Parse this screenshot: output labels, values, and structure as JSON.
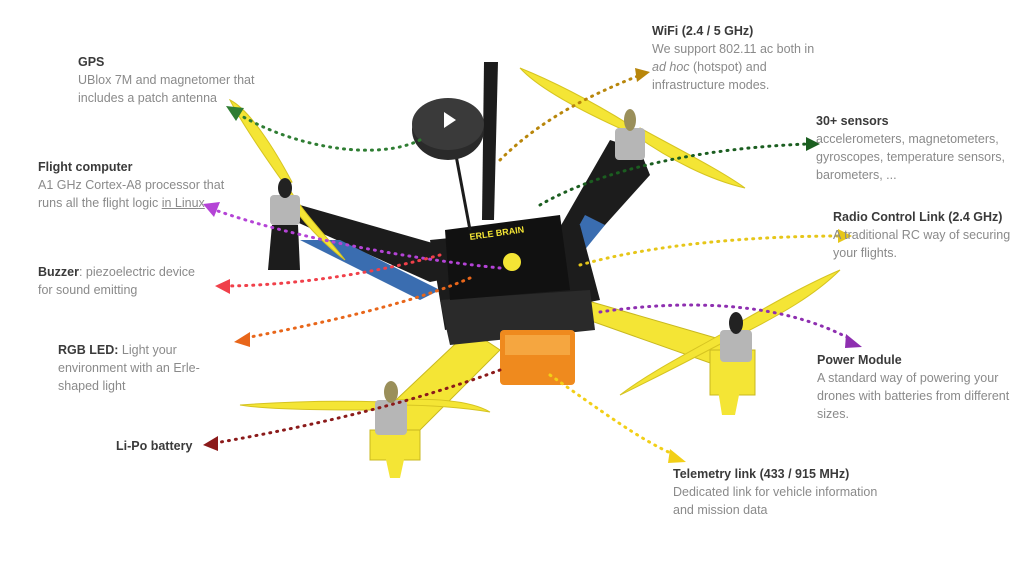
{
  "callouts": {
    "gps": {
      "title": "GPS",
      "desc": "UBlox 7M and magnetomer that includes a patch antenna",
      "color": "#2e7d32"
    },
    "flight": {
      "title": "Flight computer",
      "desc_a": "A1 GHz Cortex-A8 processor that runs all the flight logic ",
      "desc_b": "in Linux",
      "color": "#b443d6"
    },
    "buzzer": {
      "title": "Buzzer",
      "desc": ": piezoelectric device for sound emitting",
      "color": "#f0404a"
    },
    "rgb": {
      "title": "RGB LED:",
      "desc": " Light your environment with an Erle-shaped light",
      "color": "#e8661a"
    },
    "lipo": {
      "title": "Li-Po battery",
      "color": "#8b1a1a"
    },
    "wifi": {
      "title": "WiFi (2.4 / 5 GHz)",
      "desc_a": "We support 802.11 ac both in ",
      "desc_b": "ad hoc",
      "desc_c": " (hotspot) and infrastructure modes.",
      "color": "#b8860b"
    },
    "sensors": {
      "title": "30+ sensors",
      "desc": "accelerometers, magnetometers, gyroscopes, temperature sensors, barometers, ...",
      "color": "#1b5e20"
    },
    "radio": {
      "title": "Radio Control Link (2.4 GHz)",
      "desc": "A traditional RC way of securing your flights.",
      "color": "#e6c619"
    },
    "power": {
      "title": "Power Module",
      "desc": "A standard way of powering your drones with batteries from different sizes.",
      "color": "#8e2fb0"
    },
    "telemetry": {
      "title": "Telemetry link (433 / 915 MHz)",
      "desc": "Dedicated link for vehicle information and mission data",
      "color": "#f2cf17"
    }
  },
  "board_label": "ERLE BRAIN",
  "palette": {
    "frame_yellow": "#f4e535",
    "frame_black": "#1c1c1c",
    "motor_grey": "#b6b6b6",
    "motor_blue": "#3a6db0"
  }
}
